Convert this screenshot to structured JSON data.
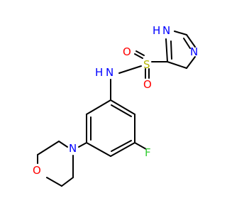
{
  "colors": {
    "background": "#ffffff",
    "bond": "#000000",
    "nitrogen": "#0000ff",
    "oxygen": "#ff0000",
    "sulfur": "#b3b300",
    "fluorine": "#33cc33"
  },
  "atoms": {
    "imidazole_nh": "H",
    "imidazole_nh_n": "N",
    "imidazole_n": "N",
    "sulfonyl_o_left": "O",
    "sulfonyl_s": "S",
    "sulfonyl_o_bottom": "O",
    "amide_nh": "H",
    "amide_n": "N",
    "fluorine": "F",
    "morpholine_n": "N",
    "morpholine_o": "O"
  }
}
